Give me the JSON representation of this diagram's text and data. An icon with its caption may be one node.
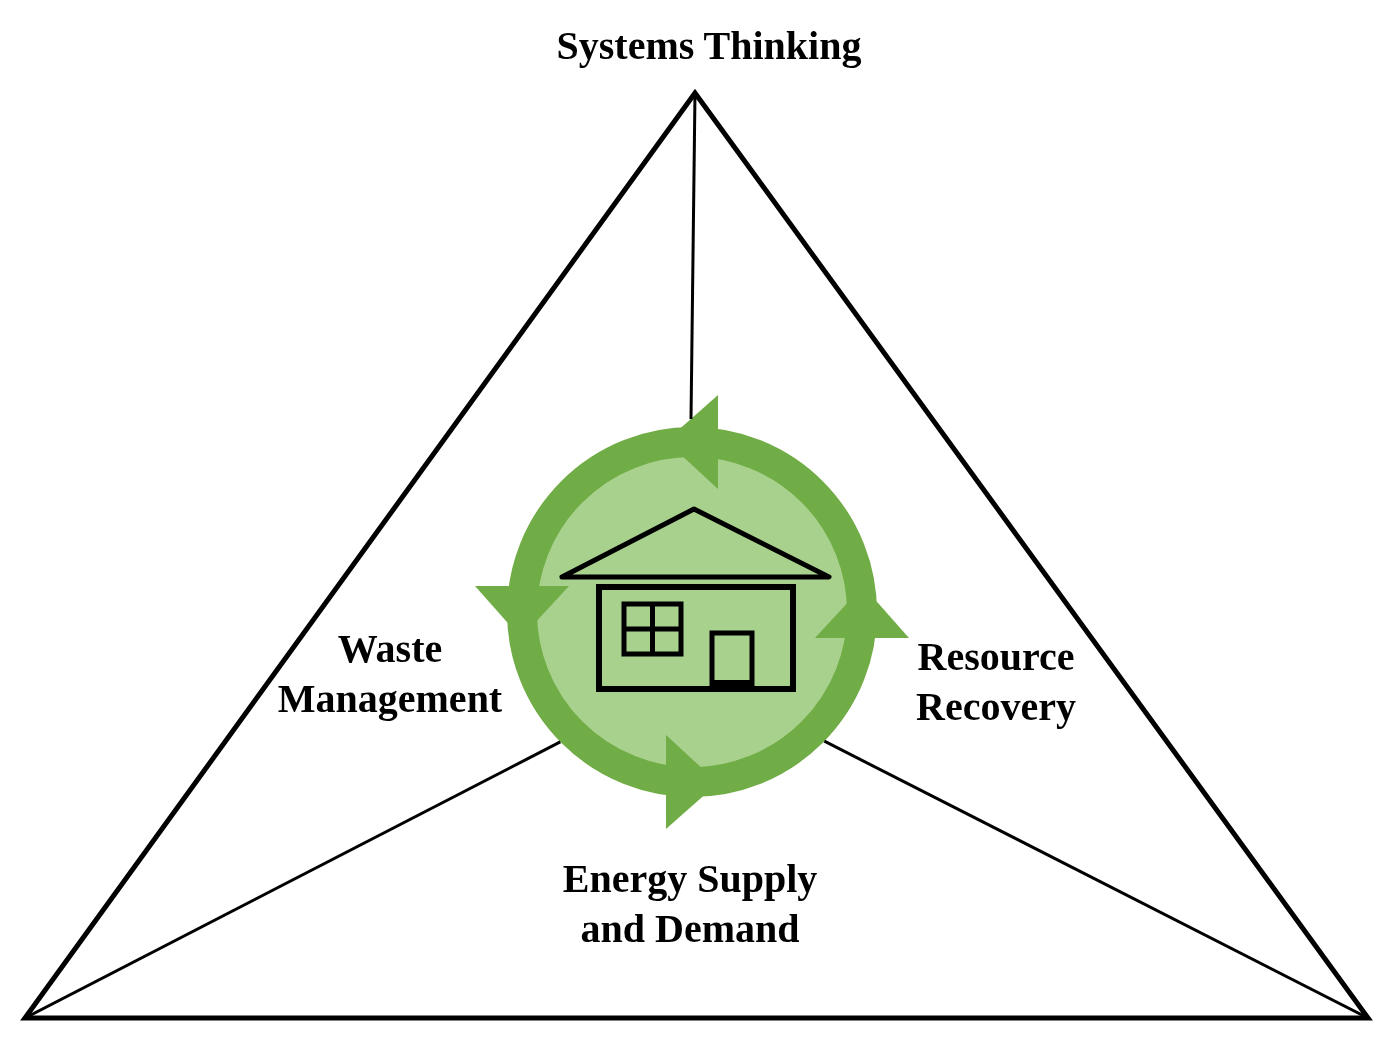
{
  "diagram": {
    "nodes": [
      {
        "text": [
          "Systems Thinking"
        ]
      },
      {
        "text": [],
        "shape": "picture",
        "in": 0
      }
    ],
    "edges": [
      {
        "from": 0,
        "to": 1,
        "arrow": "none"
      },
      {
        "from": 0,
        "to": 1,
        "arrow": "none"
      },
      {
        "from": 0,
        "to": 1,
        "arrow": "none"
      }
    ],
    "labels": [
      "Waste Management",
      "Resource Recovery",
      "Energy Supply and Demand"
    ]
  }
}
